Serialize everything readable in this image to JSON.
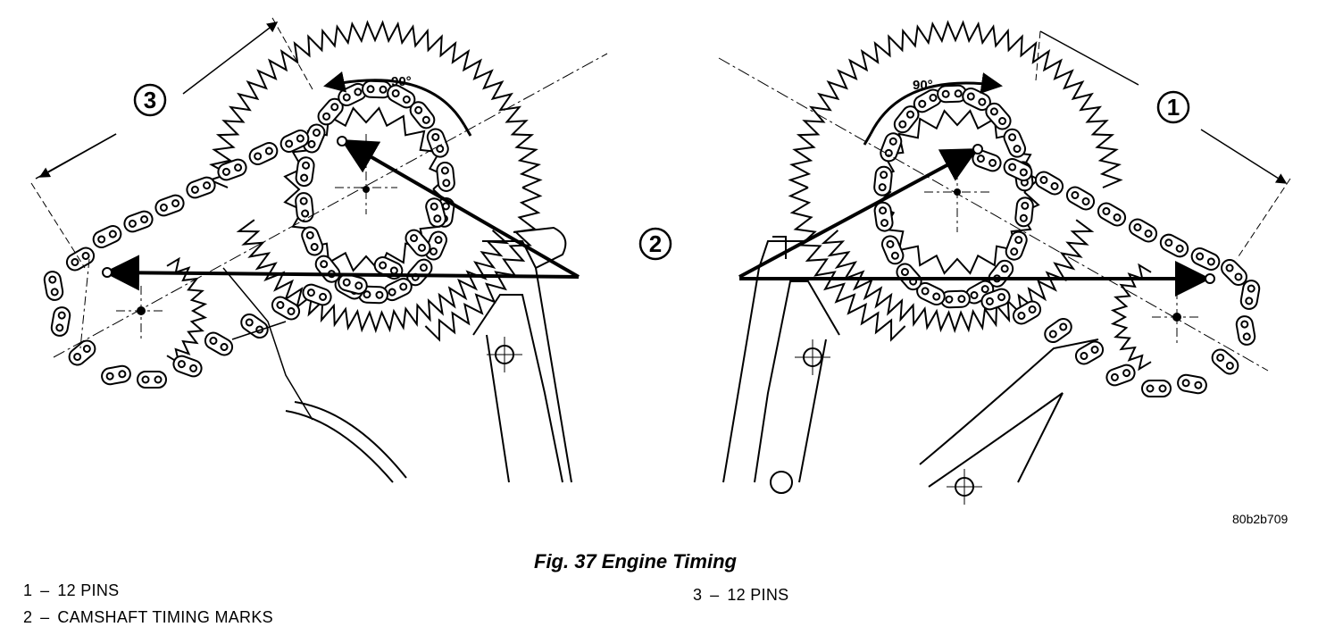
{
  "figure": {
    "caption": "Fig. 37 Engine Timing",
    "image_code": "80b2b709",
    "angle_label": "90°"
  },
  "callouts": {
    "c1": "1",
    "c2": "2",
    "c3": "3"
  },
  "legend": {
    "item1": {
      "number": "1",
      "separator": "–",
      "text": "12 PINS"
    },
    "item2": {
      "number": "2",
      "separator": "–",
      "text": "CAMSHAFT TIMING MARKS"
    },
    "item3": {
      "number": "3",
      "separator": "–",
      "text": "12 PINS"
    }
  }
}
